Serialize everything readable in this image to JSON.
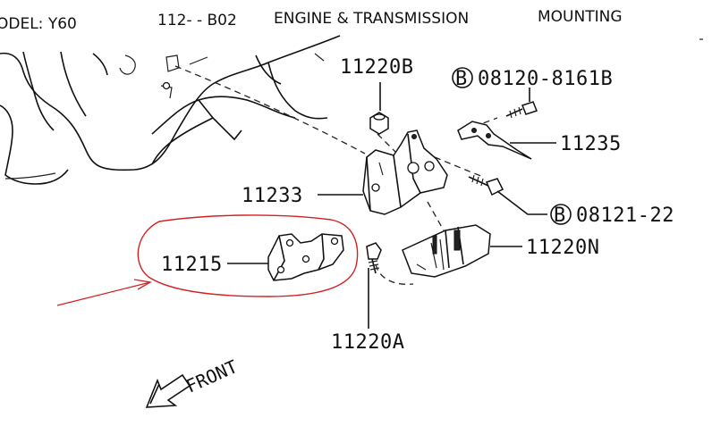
{
  "header": {
    "model": "ODEL: Y60",
    "section": "112-  - B02",
    "title": "ENGINE & TRANSMISSION",
    "subtitle": "MOUNTING"
  },
  "parts": {
    "p11220B": "11220B",
    "bolt1_symbol": "B",
    "bolt1": "08120-8161B",
    "p11235": "11235",
    "p11233": "11233",
    "bolt2_symbol": "B",
    "bolt2": "08121-22",
    "p11220N": "11220N",
    "p11215": "11215",
    "p11220A": "11220A"
  },
  "front_label": "FRONT",
  "annotation": {
    "circle_color": "#d42020",
    "arrow_color": "#d42020"
  }
}
